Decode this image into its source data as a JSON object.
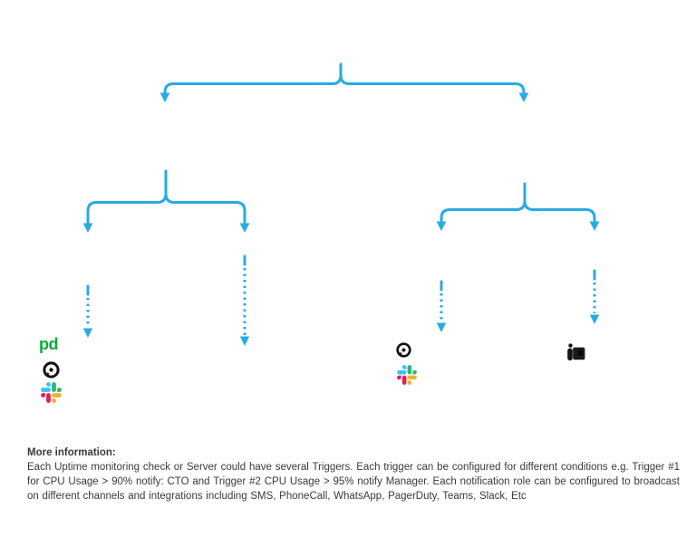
{
  "colors": {
    "background": "#ffffff",
    "accent_line": "#29ABE2",
    "pagerduty_green": "#06AC38",
    "slack_blue": "#36C5F0",
    "slack_green": "#2EB67D",
    "slack_yellow": "#ECB22E",
    "slack_red": "#E01E5A",
    "dark_icon": "#131313",
    "text": "#3A3A3A"
  },
  "diagram": {
    "type": "tree",
    "description": "Root brace splits into two branches; each branch brace splits into two triggers; dashed arrows lead down to notification channel icons",
    "pagerduty_label": "pd",
    "icons": [
      "pagerduty-logo",
      "phonecall-icon",
      "slack-icon",
      "whatsapp-icon",
      "slack-icon",
      "teams-icon"
    ]
  },
  "footer": {
    "heading": "More information:",
    "body": "Each Uptime monitoring check or Server could have several Triggers. Each trigger can be configured for different conditions e.g. Trigger #1 for CPU Usage > 90% notify: CTO and Trigger #2 CPU Usage > 95% notify Manager. Each notification role can be configured to broadcast on different channels and integrations including SMS, PhoneCall, WhatsApp, PagerDuty, Teams, Slack, Etc"
  }
}
